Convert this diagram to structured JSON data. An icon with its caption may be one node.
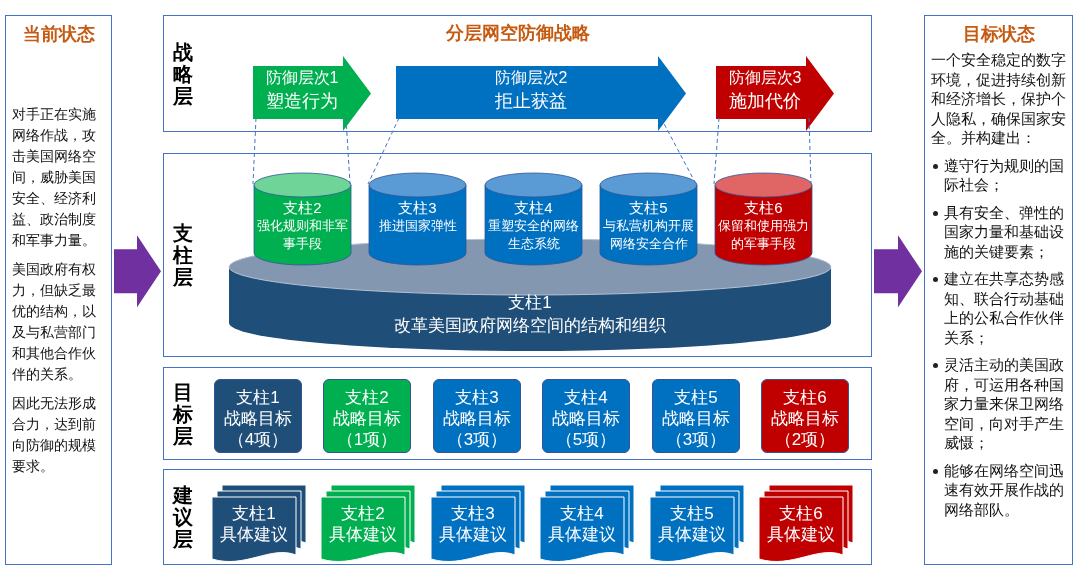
{
  "diagram": {
    "nodes": [
      {
        "text": [
          "当前状态",
          "对手正在实施网络作战，攻击美国网络空间，威胁美国安全、经济利益、政治制度和军事力量。",
          "美国政府有权力，但缺乏最优的结构，以及与私营部门和其他合作伙伴的关系。",
          "因此无法形成合力，达到前向防御的规模要求。"
        ]
      },
      {
        "text": [
          "战略层",
          "分层网空防御战略"
        ]
      },
      {
        "text": [
          "防御层次1",
          "塑造行为"
        ],
        "in": 1
      },
      {
        "text": [
          "防御层次2",
          "拒止获益"
        ],
        "in": 1
      },
      {
        "text": [
          "防御层次3",
          "施加代价"
        ],
        "in": 1
      },
      {
        "text": [
          "支柱层"
        ]
      },
      {
        "text": [
          "支柱1",
          "改革美国政府网络空间的结构和组织"
        ],
        "in": 5
      },
      {
        "text": [
          "支柱2",
          "强化规则和非军事手段"
        ],
        "in": 5
      },
      {
        "text": [
          "支柱3",
          "推进国家弹性"
        ],
        "in": 5
      },
      {
        "text": [
          "支柱4",
          "重塑安全的网络生态系统"
        ],
        "in": 5
      },
      {
        "text": [
          "支柱5",
          "与私营机构开展网络安全合作"
        ],
        "in": 5
      },
      {
        "text": [
          "支柱6",
          "保留和使用强力的军事手段"
        ],
        "in": 5
      },
      {
        "text": [
          "目标层"
        ]
      },
      {
        "text": [
          "支柱1",
          "战略目标",
          "（4项）"
        ],
        "in": 12
      },
      {
        "text": [
          "支柱2",
          "战略目标",
          "（1项）"
        ],
        "in": 12
      },
      {
        "text": [
          "支柱3",
          "战略目标",
          "（3项）"
        ],
        "in": 12
      },
      {
        "text": [
          "支柱4",
          "战略目标",
          "（5项）"
        ],
        "in": 12
      },
      {
        "text": [
          "支柱5",
          "战略目标",
          "（3项）"
        ],
        "in": 12
      },
      {
        "text": [
          "支柱6",
          "战略目标",
          "（2项）"
        ],
        "in": 12
      },
      {
        "text": [
          "建议层"
        ]
      },
      {
        "text": [
          "支柱1",
          "具体建议"
        ],
        "in": 19
      },
      {
        "text": [
          "支柱2",
          "具体建议"
        ],
        "in": 19
      },
      {
        "text": [
          "支柱3",
          "具体建议"
        ],
        "in": 19
      },
      {
        "text": [
          "支柱4",
          "具体建议"
        ],
        "in": 19
      },
      {
        "text": [
          "支柱5",
          "具体建议"
        ],
        "in": 19
      },
      {
        "text": [
          "支柱6",
          "具体建议"
        ],
        "in": 19
      },
      {
        "text": [
          "目标状态",
          "一个安全稳定的数字环境，促进持续创新和经济增长，保护个人隐私，确保国家安全。并构建出：",
          "遵守行为规则的国际社会；",
          "具有安全、弹性的国家力量和基础设施的关键要素；",
          "建立在共享态势感知、联合行动基础上的公私合作伙伴关系；",
          "灵活主动的美国政府，可运用各种国家力量来保卫网络空间，向对手产生威慑；",
          "能够在网络空间迅速有效开展作战的网络部队。"
        ]
      }
    ],
    "edges": [
      {
        "from": 0,
        "to": 5,
        "arrow": "to",
        "style": "thick",
        "color": "#7030a0"
      },
      {
        "from": 5,
        "to": 26,
        "arrow": "to",
        "style": "thick",
        "color": "#7030a0"
      },
      {
        "from": 2,
        "to": 7,
        "arrow": "none",
        "style": "dashed"
      },
      {
        "from": 2,
        "to": 7,
        "arrow": "none",
        "style": "dashed"
      },
      {
        "from": 3,
        "to": 8,
        "arrow": "none",
        "style": "dashed"
      },
      {
        "from": 3,
        "to": 10,
        "arrow": "none",
        "style": "dashed"
      },
      {
        "from": 4,
        "to": 11,
        "arrow": "none",
        "style": "dashed"
      },
      {
        "from": 4,
        "to": 11,
        "arrow": "none",
        "style": "dashed"
      }
    ]
  }
}
